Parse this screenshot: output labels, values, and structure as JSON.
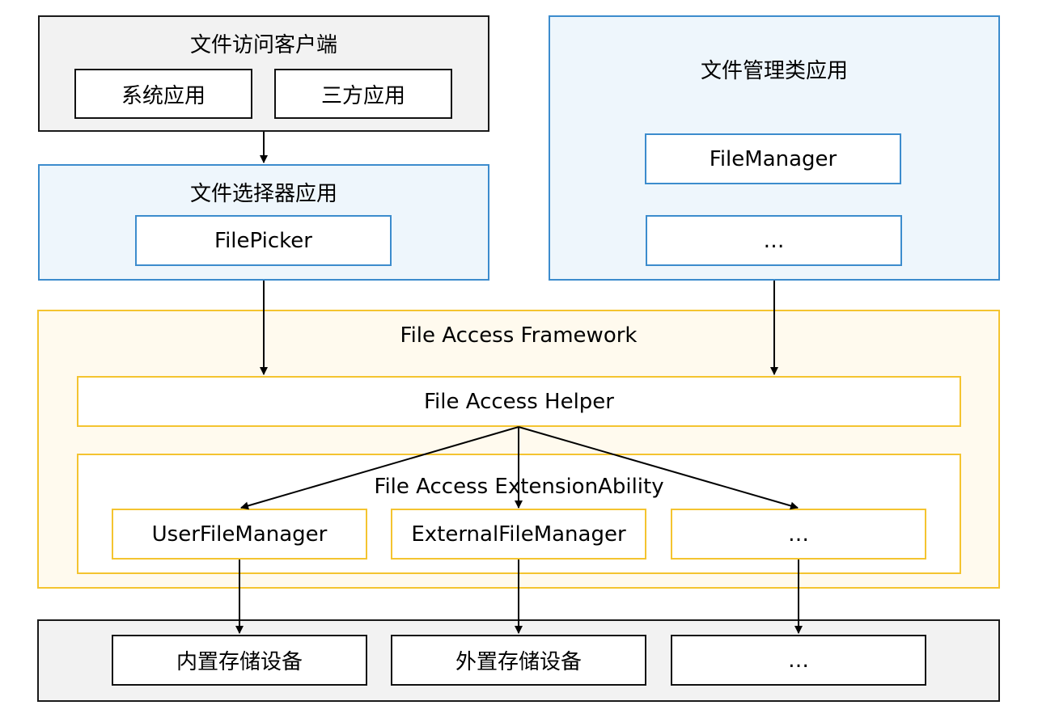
{
  "client": {
    "title": "文件访问客户端",
    "system_app": "系统应用",
    "third_party_app": "三方应用"
  },
  "picker": {
    "title": "文件选择器应用",
    "file_picker": "FilePicker"
  },
  "file_manager_apps": {
    "title": "文件管理类应用",
    "file_manager": "FileManager",
    "ellipsis": "…"
  },
  "framework": {
    "title": "File Access Framework",
    "helper": "File Access Helper",
    "extension_title": "File Access ExtensionAbility",
    "user_file_manager": "UserFileManager",
    "external_file_manager": "ExternalFileManager",
    "ellipsis": "…"
  },
  "storage": {
    "internal": "内置存储设备",
    "external": "外置存储设备",
    "ellipsis": "…"
  }
}
